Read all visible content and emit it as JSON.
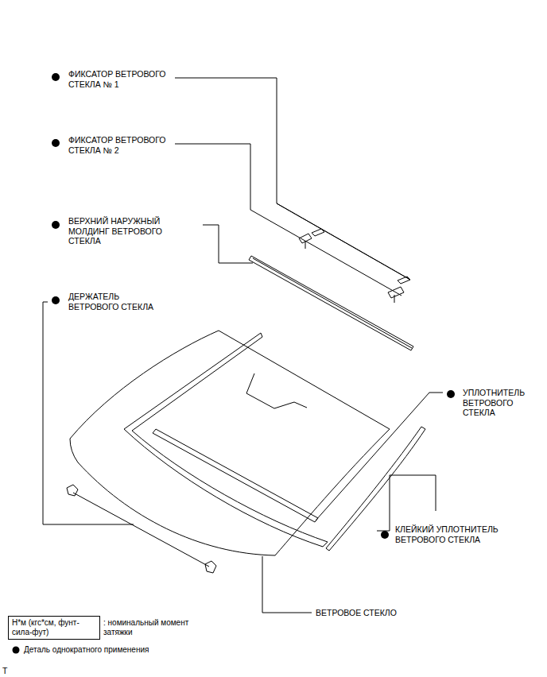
{
  "diagram": {
    "labels": [
      "ФИКСАТОР ВЕТРОВОГО СТЕКЛА № 1",
      "ФИКСАТОР ВЕТРОВОГО СТЕКЛА № 2",
      "ВЕРХНИЙ НАРУЖНЫЙ МОЛДИНГ ВЕТРОВОГО СТЕКЛА",
      "ДЕРЖАТЕЛЬ ВЕТРОВОГО СТЕКЛА",
      "УПЛОТНИТЕЛЬ ВЕТРОВОГО СТЕКЛА",
      "КЛЕЙКИЙ УПЛОТНИТЕЛЬ ВЕТРОВОГО СТЕКЛА",
      "ВЕТРОВОЕ СТЕКЛО",
      "Н*м (кгс*см, фунт-сила-фут)",
      "T"
    ],
    "legend": [
      {
        "text": ": номинальный момент затяжки"
      },
      {
        "text": "Деталь однократного применения"
      }
    ]
  }
}
